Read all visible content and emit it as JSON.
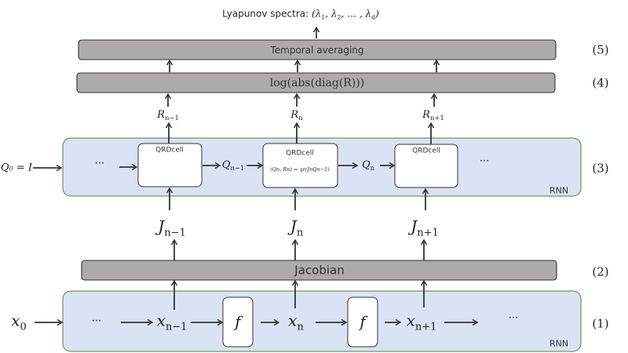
{
  "output": {
    "label": "Lyapunov spectra: ",
    "formula": "(λ",
    "s1": "1",
    "c1": ", λ",
    "s2": "2",
    "c2": ", … , λ",
    "sd": "d",
    "close": ")"
  },
  "layers": {
    "temporal": "Temporal averaging",
    "log": "log(abs(diag(R))",
    "log_close": ")",
    "jacobian": "Jacobian",
    "rnn_label": "RNN"
  },
  "step_numbers": [
    "(5)",
    "(4)",
    "(3)",
    "(2)",
    "(1)"
  ],
  "r_labels": [
    {
      "base": "R",
      "sub": "n−1"
    },
    {
      "base": "R",
      "sub": "n"
    },
    {
      "base": "R",
      "sub": "n+1"
    }
  ],
  "j_labels": [
    {
      "base": "J",
      "sub": "n−1"
    },
    {
      "base": "J",
      "sub": "n"
    },
    {
      "base": "J",
      "sub": "n+1"
    }
  ],
  "qrd": {
    "cell_label": "QRDcell",
    "formula": "(Qn, Rn) = qr(JnQn−1)",
    "q0": "Q₀ = I",
    "q_prev": {
      "base": "Q",
      "sub": "n−1"
    },
    "q_n": {
      "base": "Q",
      "sub": "n"
    },
    "ellipsis": "···"
  },
  "rnn": {
    "x0": {
      "base": "x",
      "sub": "0"
    },
    "x_prev": {
      "base": "x",
      "sub": "n−1"
    },
    "x_n": {
      "base": "x",
      "sub": "n"
    },
    "x_next": {
      "base": "x",
      "sub": "n+1"
    },
    "f": "f",
    "ellipsis": "···"
  },
  "colors": {
    "gray_bar": "#aeaaaa",
    "rnn_fill": "#dae3f3",
    "rnn_border": "#548235",
    "arrow": "#333333"
  }
}
